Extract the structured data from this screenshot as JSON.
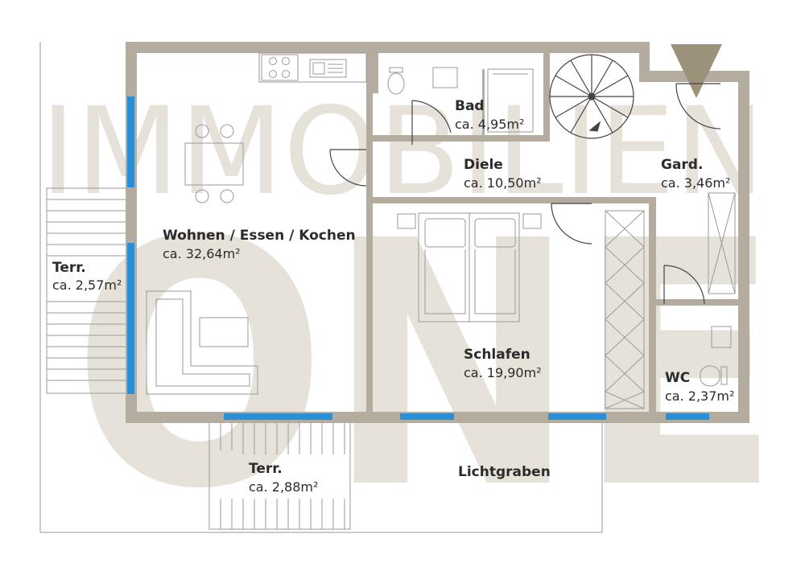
{
  "watermark": {
    "line1": "IMMOBILIEN",
    "line2": "ONE"
  },
  "colors": {
    "wall": "#b4ad9f",
    "window": "#2b8fd6",
    "marker": "#9c9179",
    "watermark": "#e6e2da"
  },
  "rooms": {
    "bad": {
      "name": "Bad",
      "area": "ca. 4,95m²"
    },
    "diele": {
      "name": "Diele",
      "area": "ca. 10,50m²"
    },
    "gard": {
      "name": "Gard.",
      "area": "ca. 3,46m²"
    },
    "wohnen": {
      "name": "Wohnen / Essen / Kochen",
      "area": "ca. 32,64m²"
    },
    "terr_west": {
      "name": "Terr.",
      "area": "ca. 2,57m²"
    },
    "schlafen": {
      "name": "Schlafen",
      "area": "ca. 19,90m²"
    },
    "wc": {
      "name": "WC",
      "area": "ca. 2,37m²"
    },
    "terr_south": {
      "name": "Terr.",
      "area": "ca. 2,88m²"
    },
    "lichtgraben": {
      "name": "Lichtgraben"
    }
  },
  "icons": [
    "entrance-marker-icon",
    "spiral-stair-icon",
    "stove-icon",
    "sink-icon",
    "bed-icon",
    "toilet-icon",
    "sofa-icon",
    "dining-table-icon"
  ]
}
